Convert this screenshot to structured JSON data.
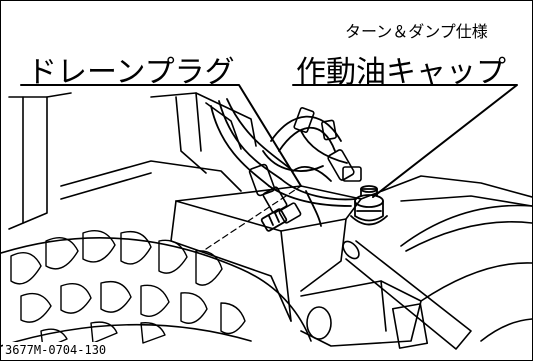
{
  "labels": {
    "spec": "ターン＆ダンプ仕様",
    "drain_plug": "ドレーンプラグ",
    "hydraulic_cap": "作動油キャップ"
  },
  "figure_code": "3677M-0704-130"
}
